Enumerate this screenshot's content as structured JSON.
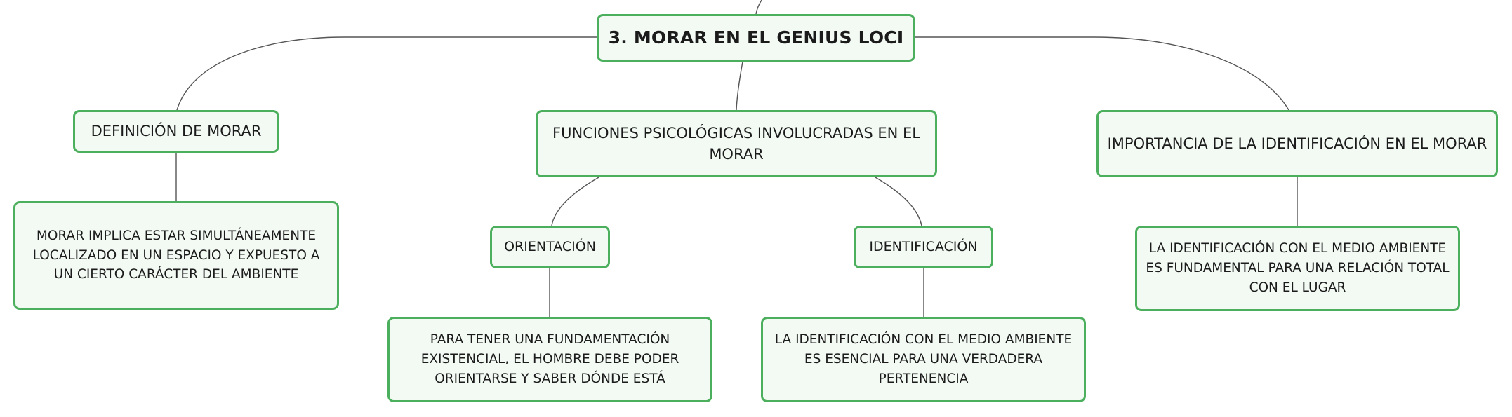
{
  "diagram": {
    "root": {
      "label": "3. MORAR EN EL GENIUS LOCI"
    },
    "definicion": {
      "label": "DEFINICIÓN DE MORAR"
    },
    "definicion_detalle": {
      "label": "MORAR IMPLICA ESTAR SIMULTÁNEAMENTE LOCALIZADO EN UN ESPACIO Y EXPUESTO A UN CIERTO CARÁCTER DEL AMBIENTE"
    },
    "funciones": {
      "label": "FUNCIONES PSICOLÓGICAS INVOLUCRADAS EN EL MORAR"
    },
    "orientacion": {
      "label": "ORIENTACIÓN"
    },
    "orientacion_detalle": {
      "label": "PARA TENER UNA FUNDAMENTACIÓN EXISTENCIAL, EL HOMBRE DEBE PODER ORIENTARSE Y SABER DÓNDE ESTÁ"
    },
    "identificacion": {
      "label": "IDENTIFICACIÓN"
    },
    "identificacion_detalle": {
      "label": "LA IDENTIFICACIÓN CON EL MEDIO AMBIENTE ES ESENCIAL PARA UNA VERDADERA PERTENENCIA"
    },
    "importancia": {
      "label": "IMPORTANCIA DE LA IDENTIFICACIÓN EN EL MORAR"
    },
    "importancia_detalle": {
      "label": "LA IDENTIFICACIÓN CON EL MEDIO AMBIENTE ES FUNDAMENTAL PARA UNA RELACIÓN TOTAL CON EL LUGAR"
    }
  },
  "colors": {
    "node_border": "#4caf5d",
    "node_fill": "#f3faf4",
    "connector": "#555555",
    "text": "#1b1b1b"
  }
}
